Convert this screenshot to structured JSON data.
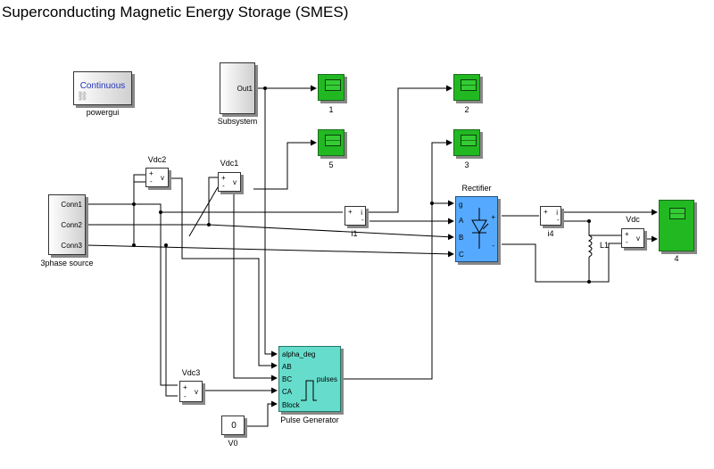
{
  "title": "Superconducting Magnetic Energy Storage (SMES)",
  "powergui": {
    "text": "Continuous",
    "label": "powergui"
  },
  "subsystem": {
    "port": "Out1",
    "label": "Subsystem"
  },
  "scopes": [
    "1",
    "2",
    "5",
    "3",
    "4"
  ],
  "source": {
    "ports": [
      "Conn1",
      "Conn2",
      "Conn3"
    ],
    "label": "3phase source"
  },
  "voltmeters": [
    "Vdc2",
    "Vdc1",
    "Vdc3",
    "Vdc"
  ],
  "ammeters": [
    "i1",
    "i4"
  ],
  "rectifier": {
    "label": "Rectifier",
    "ports": [
      "g",
      "A",
      "B",
      "C"
    ],
    "plus": "+",
    "minus": "-"
  },
  "inductor": {
    "label": "L1"
  },
  "pulse_generator": {
    "label": "Pulse Generator",
    "inputs": [
      "alpha_deg",
      "AB",
      "BC",
      "CA",
      "Block"
    ],
    "output": "pulses"
  },
  "constant": {
    "value": "0",
    "label": "V0"
  },
  "sensor_signs": {
    "plus": "+",
    "minus": "-",
    "v": "v",
    "i": "i"
  }
}
